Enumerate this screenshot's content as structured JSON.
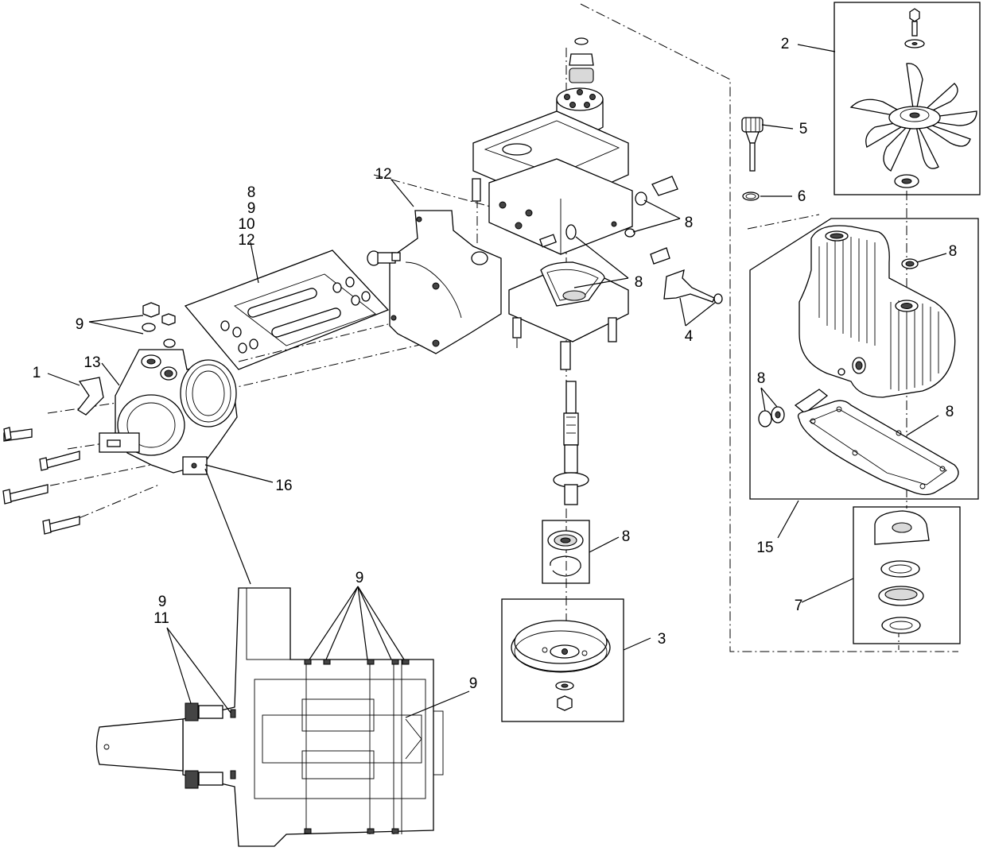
{
  "callouts": {
    "c1": "1",
    "c2": "2",
    "c3": "3",
    "c4": "4",
    "c5": "5",
    "c6": "6",
    "c7": "7",
    "c8_stack_a": "8",
    "c8_stack_b": "9",
    "c8_stack_c": "10",
    "c8_stack_d": "12",
    "c8_right_a": "8",
    "c8_right_b": "8",
    "c8_cover_a": "8",
    "c8_cover_b": "8",
    "c8_cover_c": "8",
    "c8_bearing": "8",
    "c9_top": "9",
    "c9_section": "9",
    "c9_section_right": "9",
    "c9_bottom_a": "9",
    "c9_bottom_b": "11",
    "c12": "12",
    "c13": "13",
    "c15": "15",
    "c16": "16"
  }
}
